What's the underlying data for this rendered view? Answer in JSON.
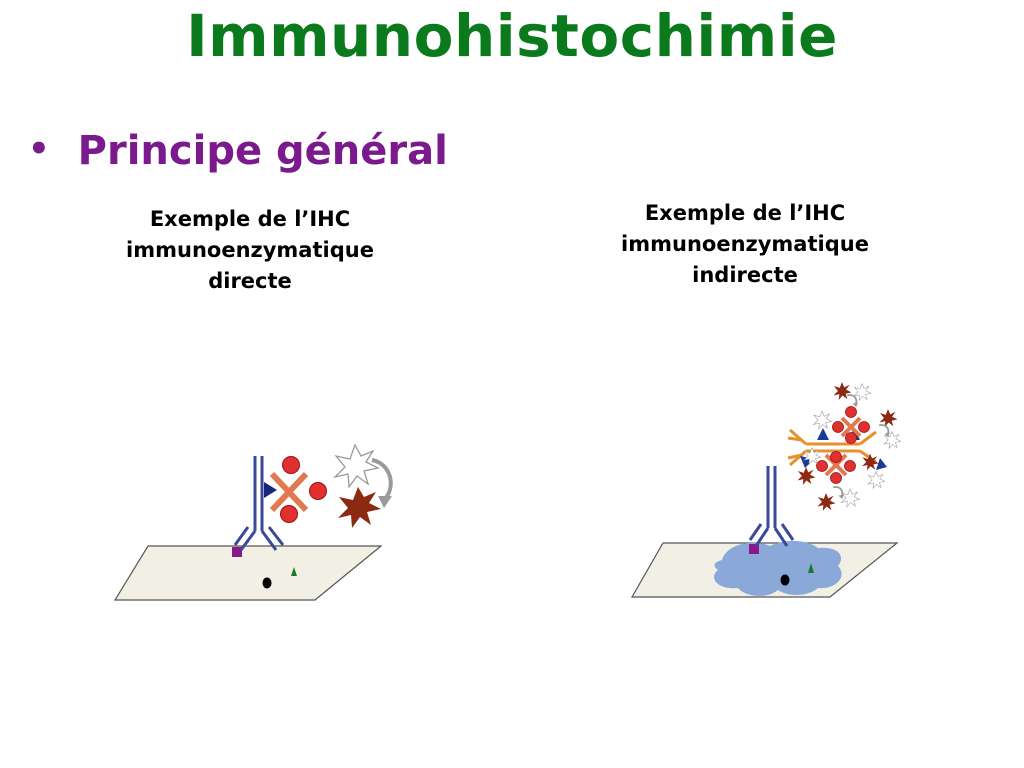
{
  "slide": {
    "title": "Immunohistochimie",
    "bullet": "Principe général"
  },
  "panels": [
    {
      "caption_lines": [
        "Exemple de l’IHC",
        "immunoenzymatique",
        "directe"
      ]
    },
    {
      "caption_lines": [
        "Exemple de l’IHC",
        "immunoenzymatique",
        "indirecte"
      ]
    }
  ],
  "colors": {
    "title": "#0a7a1c",
    "bullet": "#7a1a8c",
    "antibody_primary": "#3a4a9a",
    "antibody_secondary": "#e8902a",
    "enzyme_red": "#e03030",
    "substrate_dark": "#8b2a10",
    "tissue_blue": "#8aa8d8",
    "slide_fill": "#f2f0e4",
    "antigen_purple": "#8a1a8c",
    "antigen_green": "#1a7a2a"
  },
  "icons": [
    "antibody-icon",
    "enzyme-complex-icon",
    "substrate-starburst-icon",
    "product-starburst-icon",
    "curved-arrow-icon",
    "antigen-square-icon",
    "antigen-dot-icon",
    "antigen-triangle-icon"
  ]
}
